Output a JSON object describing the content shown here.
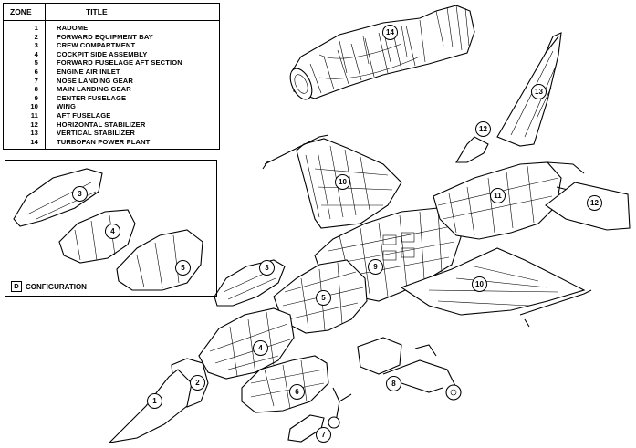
{
  "zone_table": {
    "header_zone": "ZONE",
    "header_title": "TITLE",
    "rows": [
      {
        "zone": "1",
        "title": "RADOME"
      },
      {
        "zone": "2",
        "title": "FORWARD EQUIPMENT BAY"
      },
      {
        "zone": "3",
        "title": "CREW COMPARTMENT"
      },
      {
        "zone": "4",
        "title": "COCKPIT SIDE ASSEMBLY"
      },
      {
        "zone": "5",
        "title": "FORWARD FUSELAGE AFT SECTION"
      },
      {
        "zone": "6",
        "title": "ENGINE AIR INLET"
      },
      {
        "zone": "7",
        "title": "NOSE LANDING GEAR"
      },
      {
        "zone": "8",
        "title": "MAIN LANDING GEAR"
      },
      {
        "zone": "9",
        "title": "CENTER FUSELAGE"
      },
      {
        "zone": "10",
        "title": "WING"
      },
      {
        "zone": "11",
        "title": "AFT FUSELAGE"
      },
      {
        "zone": "12",
        "title": "HORIZONTAL STABILIZER"
      },
      {
        "zone": "13",
        "title": "VERTICAL STABILIZER"
      },
      {
        "zone": "14",
        "title": "TURBOFAN POWER PLANT"
      }
    ]
  },
  "configuration": {
    "letter": "D",
    "label": "CONFIGURATION"
  },
  "callouts": {
    "c1": "1",
    "c2": "2",
    "c3_main": "3",
    "c4_main": "4",
    "c5_main": "5",
    "c6": "6",
    "c7": "7",
    "c8": "8",
    "c9": "9",
    "c10_left": "10",
    "c10_right": "10",
    "c11": "11",
    "c12_upper": "12",
    "c12_right": "12",
    "c13": "13",
    "c14": "14",
    "c3_config": "3",
    "c4_config": "4",
    "c5_config": "5"
  }
}
